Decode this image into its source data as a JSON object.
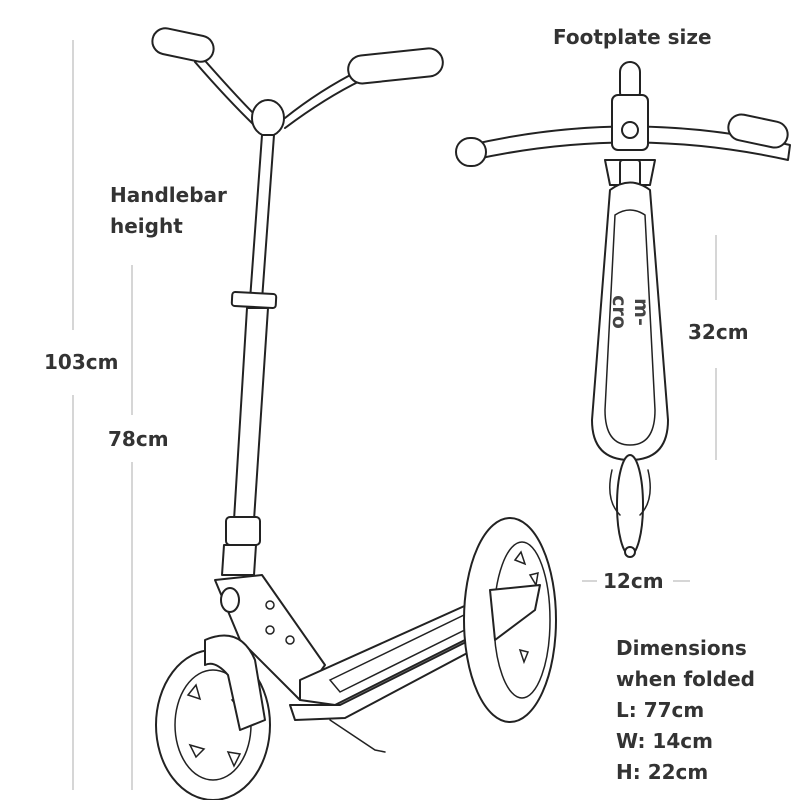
{
  "labels": {
    "footplate_size": "Footplate size",
    "handlebar_height_line1": "Handlebar",
    "handlebar_height_line2": "height",
    "max_height": "103cm",
    "min_height": "78cm",
    "footplate_length": "32cm",
    "footplate_width": "12cm"
  },
  "folded": {
    "title_line1": "Dimensions",
    "title_line2": "when folded",
    "length": "L: 77cm",
    "width": "W: 14cm",
    "height": "H: 22cm"
  },
  "logo": "m-cro"
}
